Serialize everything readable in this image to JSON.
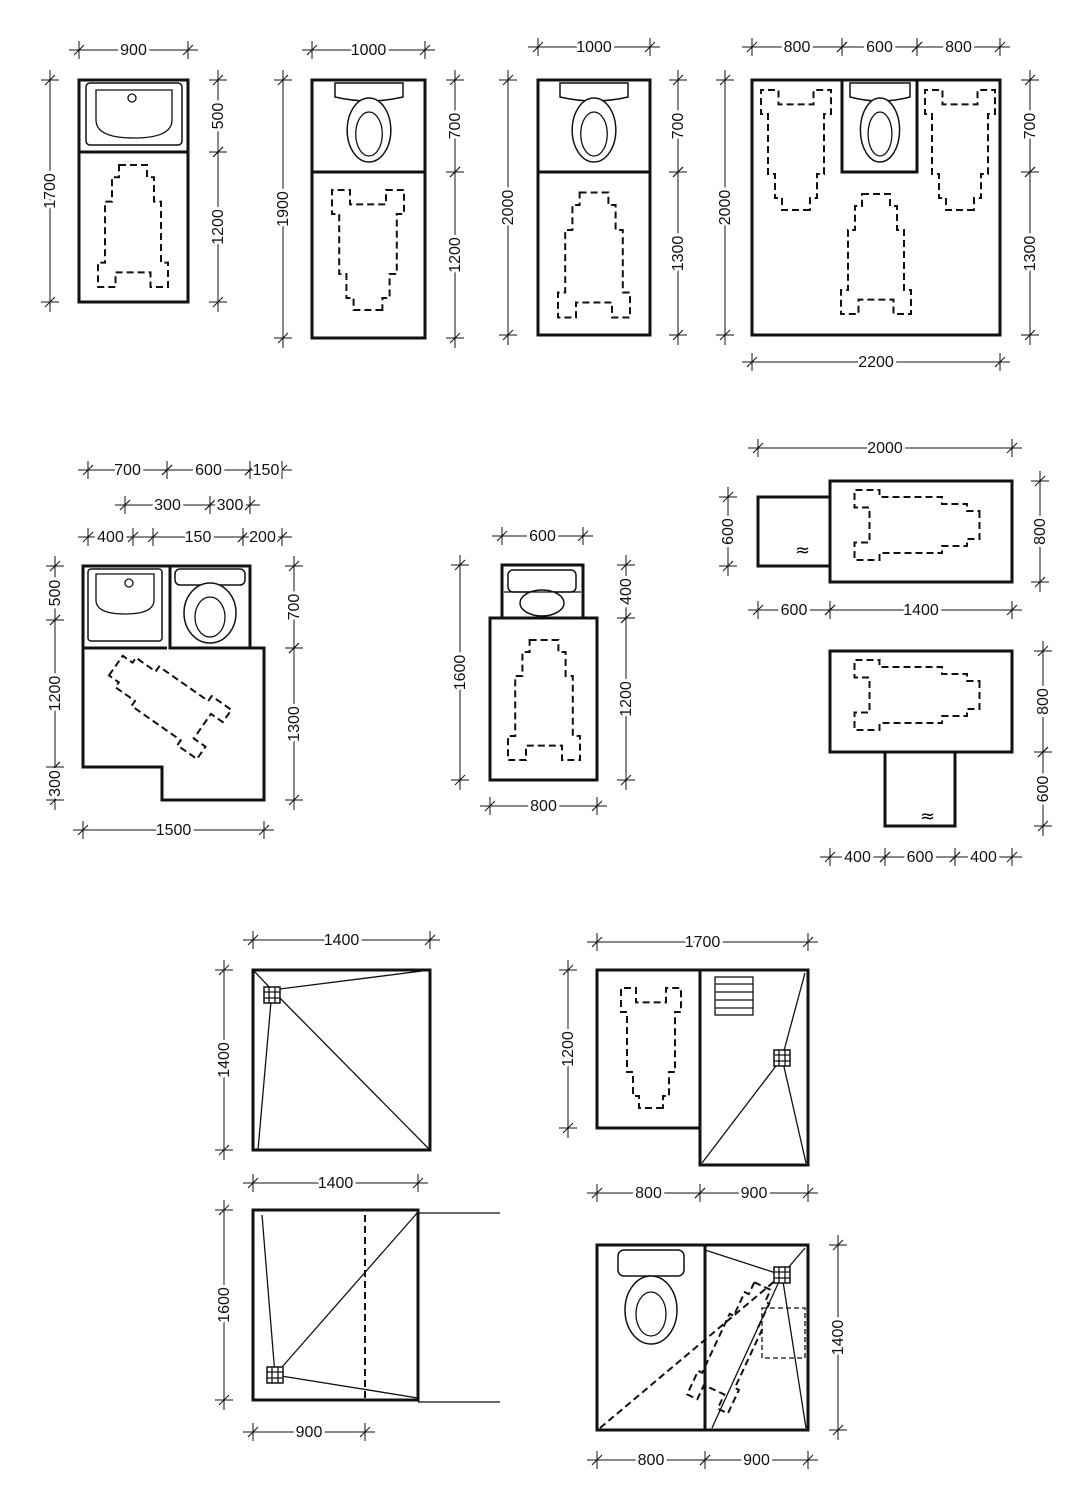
{
  "title": "Accessible bathroom and WC layout plans (dimensions in mm)",
  "plans": [
    {
      "name": "wc-with-basin",
      "dims": [
        "900",
        "1700",
        "500",
        "1200"
      ]
    },
    {
      "name": "wc-1000x1900",
      "dims": [
        "1000",
        "1900",
        "700",
        "1200"
      ]
    },
    {
      "name": "wc-1000x2000",
      "dims": [
        "1000",
        "2000",
        "700",
        "1300"
      ]
    },
    {
      "name": "wc-2200x2000",
      "dims": [
        "800",
        "600",
        "800",
        "2000",
        "700",
        "1300",
        "2200"
      ]
    },
    {
      "name": "wc-l-shaped",
      "dims": [
        "700",
        "600",
        "150",
        "300",
        "300",
        "400",
        "150",
        "200",
        "500",
        "1200",
        "300",
        "700",
        "1300",
        "1500"
      ]
    },
    {
      "name": "wc-800x1600",
      "dims": [
        "600",
        "1600",
        "400",
        "1200",
        "800"
      ]
    },
    {
      "name": "bath-side-entry",
      "dims": [
        "2000",
        "600",
        "800",
        "600",
        "1400"
      ]
    },
    {
      "name": "bath-end-entry",
      "dims": [
        "800",
        "600",
        "400",
        "600",
        "400"
      ]
    },
    {
      "name": "shower-1400x1400",
      "dims": [
        "1400",
        "1400"
      ]
    },
    {
      "name": "shower-1400x1600",
      "dims": [
        "1400",
        "1600",
        "900"
      ]
    },
    {
      "name": "shower-1700x1200",
      "dims": [
        "1700",
        "1200",
        "800",
        "900"
      ]
    },
    {
      "name": "shower-wc-1700x1400",
      "dims": [
        "1400",
        "800",
        "900"
      ]
    }
  ]
}
